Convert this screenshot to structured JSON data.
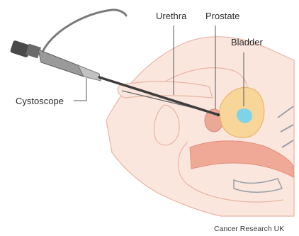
{
  "labels": {
    "urethra": "Urethra",
    "prostate": "Prostate",
    "bladder": "Bladder",
    "cystoscope": "Cystoscope"
  },
  "credit": "Cancer Research UK",
  "colors": {
    "body_fill": "#fbe6de",
    "body_outline": "#e8b5a3",
    "organ_fill": "#f0a996",
    "bladder_fill": "#f8d69a",
    "bladder_inner": "#7fd3e8",
    "prostate_fill": "#eaa897",
    "scope_dark": "#3d3d3d",
    "scope_mid": "#8a8a8a",
    "scope_light": "#c9c9c9",
    "leader_line": "#555555"
  }
}
